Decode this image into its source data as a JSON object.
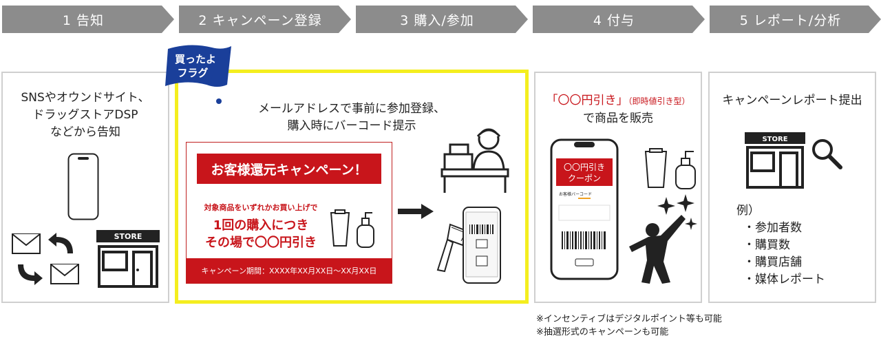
{
  "steps": [
    {
      "label": "1 告知"
    },
    {
      "label": "2 キャンペーン登録"
    },
    {
      "label": "3 購入/参加"
    },
    {
      "label": "4 付与"
    },
    {
      "label": "5 レポート/分析"
    }
  ],
  "panel1": {
    "text": [
      "SNSやオウンドサイト、",
      "ドラッグストアDSP",
      "などから告知"
    ],
    "store_sign": "STORE"
  },
  "flag": {
    "line1": "買ったよ",
    "line2": "フラグ"
  },
  "panel2": {
    "text": [
      "メールアドレスで事前に参加登録、",
      "購入時にバーコード提示"
    ],
    "poster": {
      "title": "お客様還元キャンペーン！",
      "subtitle": "対象商品をいずれかお買い上げで",
      "big1": "1回の購入につき",
      "big2": "その場で〇〇円引き",
      "period": "キャンペーン期間：XXXX年XX月XX日～XX月XX日"
    }
  },
  "panel3": {
    "heading_main": "「〇〇円引き」",
    "heading_note": "（即時値引き型）",
    "line2": "で商品を販売",
    "coupon_title1": "〇〇円引き",
    "coupon_title2": "クーポン",
    "coupon_sub": "お客様バーコード"
  },
  "panel4": {
    "heading": "キャンペーンレポート提出",
    "store_sign": "STORE",
    "example_label": "例）",
    "items": [
      "・参加者数",
      "・購買数",
      "・購買店舗",
      "・媒体レポート"
    ]
  },
  "notes": [
    "※インセンティブはデジタルポイント等も可能",
    "※抽選形式のキャンペーンも可能"
  ],
  "colors": {
    "step_gray": "#8c8c8c",
    "highlight_yellow": "#f4ee1f",
    "campaign_red": "#c8151b",
    "flag_blue": "#1a3f9a"
  }
}
